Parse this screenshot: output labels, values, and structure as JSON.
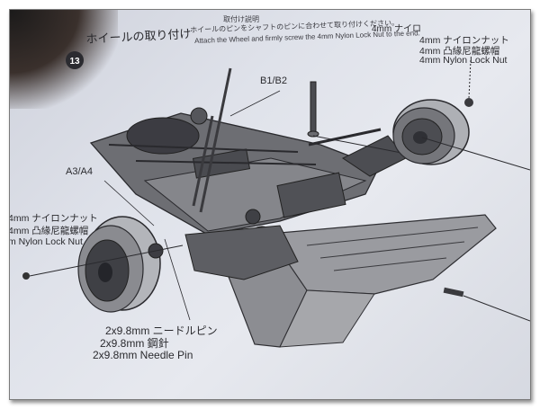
{
  "header": {
    "step_number": "13",
    "title_jp": "ホイールの取り付け",
    "subtitle_jp": "取付け説明",
    "line1": "ホイールのピンをシャフトのピンに合わせて取り付けください。",
    "line1_tail": "4mm ナイロ",
    "line2": "Attach the Wheel and firmly screw the 4mm Nylon Lock Nut to the end."
  },
  "labels": {
    "b1b2": "B1/B2",
    "a3a4": "A3/A4"
  },
  "nut_right": {
    "jp": "4mm ナイロンナット",
    "cn": "4mm 凸緣尼龍螺帽",
    "en": "4mm Nylon Lock Nut"
  },
  "nut_left": {
    "jp": "4mm ナイロンナット",
    "cn": "4mm 凸緣尼龍螺帽",
    "en": "m Nylon Lock Nut"
  },
  "pin": {
    "jp": "2x9.8mm ニードルピン",
    "cn": "2x9.8mm 鋼針",
    "en": "2x9.8mm Needle Pin"
  },
  "colors": {
    "paper": "#dfe2ea",
    "ink": "#2a2a2e",
    "part_dark": "#3c3c42",
    "part_mid": "#8a8b90",
    "wing_fill": "#9a9ba0"
  }
}
